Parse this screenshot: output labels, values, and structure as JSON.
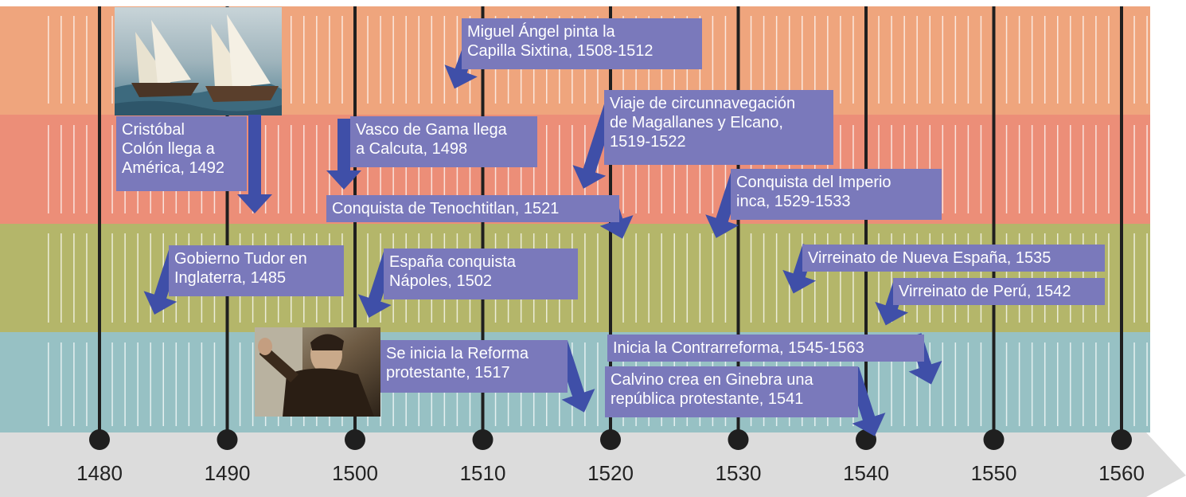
{
  "timeline": {
    "years": [
      "1480",
      "1490",
      "1500",
      "1510",
      "1520",
      "1530",
      "1540",
      "1550",
      "1560"
    ],
    "band_colors": [
      "#efa57d",
      "#ec8e78",
      "#b4b66a",
      "#97c1c4"
    ],
    "event_color": "#7a79bb",
    "arrow_color": "#3f4fa8",
    "axis_color": "#dcdcdc"
  },
  "events": {
    "colon": "Cristóbal\nColón llega a\nAmérica, 1492",
    "vasco": "Vasco de Gama llega\na Calcuta, 1498",
    "miguel": "Miguel Ángel pinta la\nCapilla Sixtina, 1508-1512",
    "magallanes": "Viaje de circunnavegación\nde Magallanes y Elcano,\n1519-1522",
    "tenochtitlan": "Conquista de Tenochtitlan, 1521",
    "inca": "Conquista del Imperio\ninca, 1529-1533",
    "tudor": "Gobierno Tudor en\nInglaterra, 1485",
    "napoles": "España conquista\nNápoles, 1502",
    "nueva_espana": "Virreinato de Nueva España, 1535",
    "peru": "Virreinato de Perú, 1542",
    "reforma": "Se inicia la Reforma\nprotestante, 1517",
    "contrarreforma": "Inicia la Contrarreforma, 1545-1563",
    "calvino": "Calvino crea en Ginebra una\nrepública protestante, 1541"
  },
  "images": {
    "ships": "ships-painting",
    "luther": "luther-painting"
  }
}
